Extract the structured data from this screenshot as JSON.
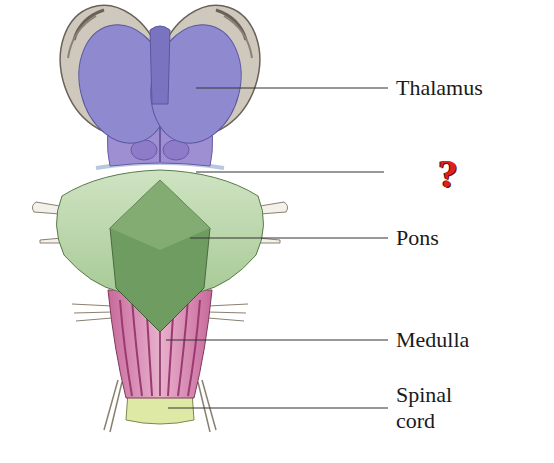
{
  "diagram": {
    "labels": [
      "Thalamus",
      "?",
      "Pons",
      "Medulla",
      "Spinal cord"
    ]
  }
}
